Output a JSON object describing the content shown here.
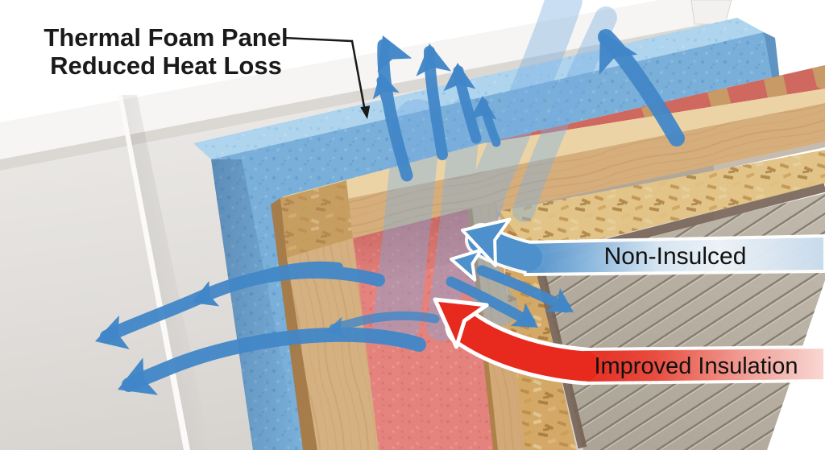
{
  "title": {
    "line1": "Thermal Foam Panel",
    "line2": "Reduced Heat Loss"
  },
  "callouts": {
    "non_insulated": "Non-Insulced",
    "improved_insulation": "Improved Insulation"
  },
  "colors": {
    "foam_blue": "#79afd9",
    "foam_top": "#aed4ee",
    "foam_end": "#5f93c2",
    "insulation_pink": "#e4827d",
    "insulation_gap": "#cf685e",
    "wood_front": "#d6ae7c",
    "wood_top": "#ecd3a6",
    "wood_end": "#c79e62",
    "wood_block": "#c89a66",
    "stud": "#d2a977",
    "post": "#d5b080",
    "post_side": "#a67c4b",
    "osb_top": "#e2c488",
    "osb_side": "#d4a967",
    "siding": "#b6aea1",
    "drywall": "#e9e7e4",
    "drywall_band": "#f6f5f3",
    "arrow_blue": "#4287c8",
    "band_blue": "#4e90cb",
    "arrow_red": "#e8291e",
    "leader_black": "#1a1a1a",
    "label_text": "#111111"
  }
}
